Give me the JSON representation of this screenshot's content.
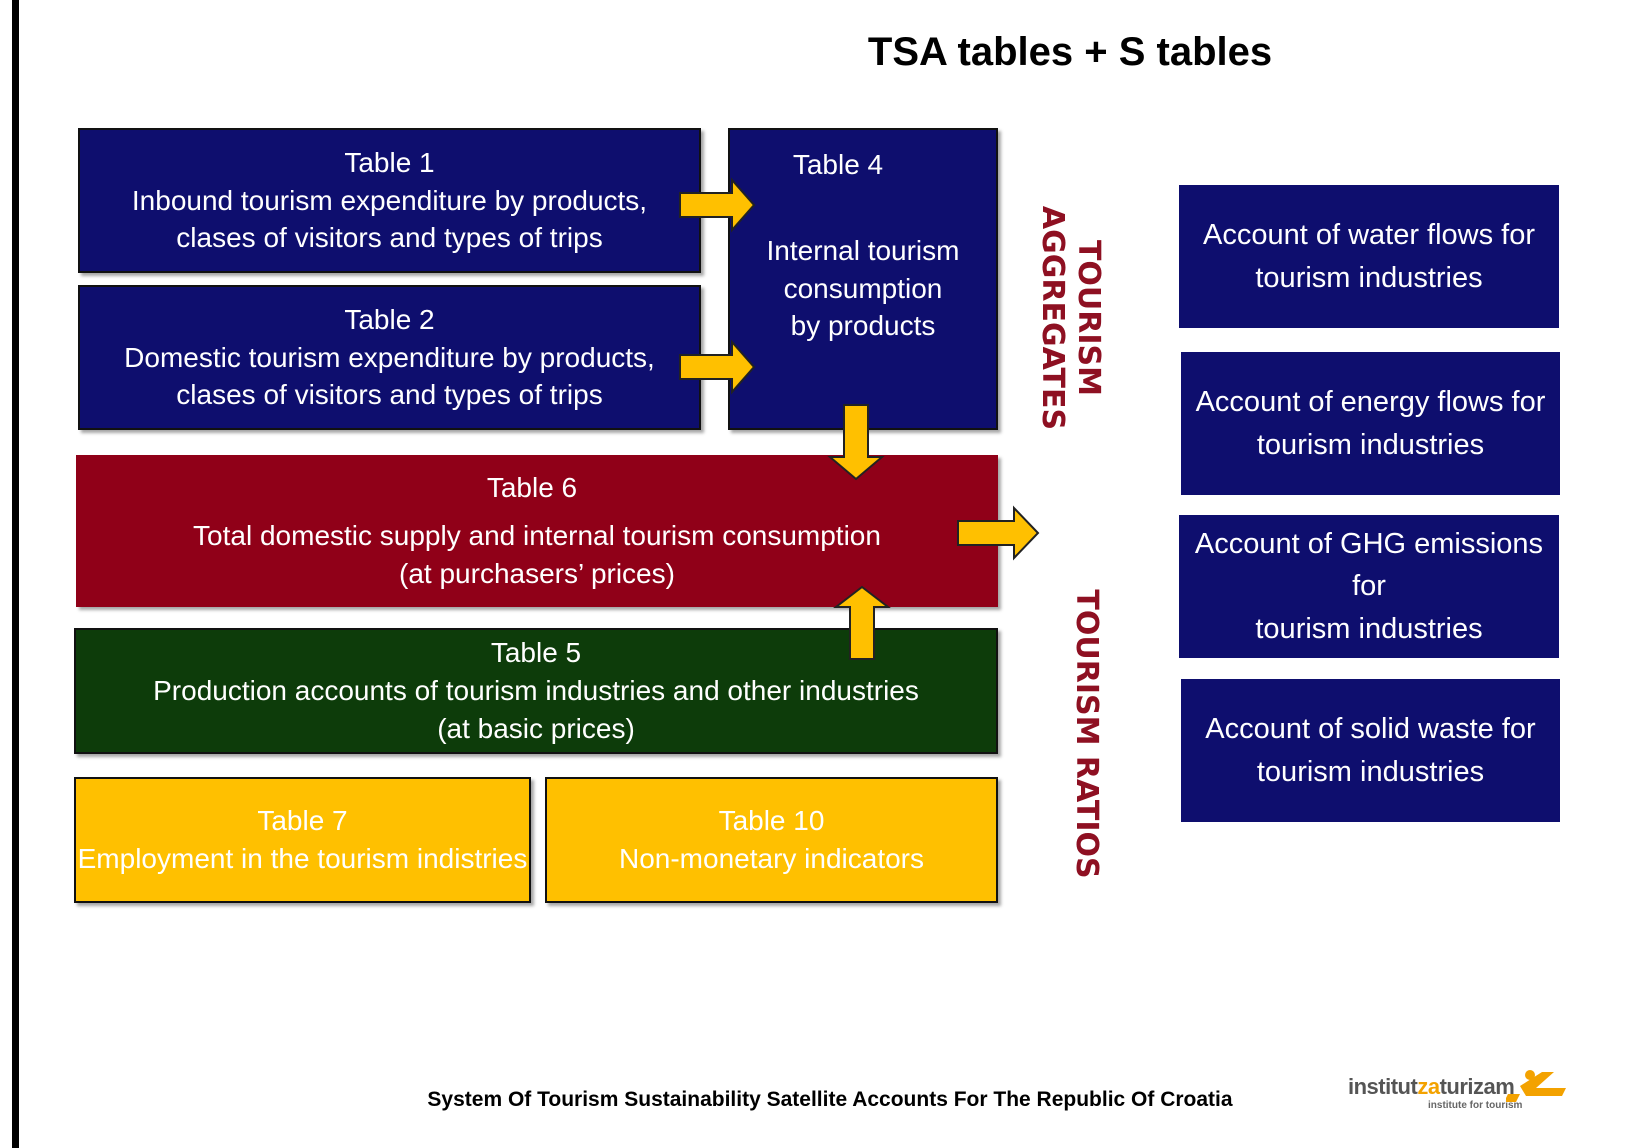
{
  "title": "TSA tables + S tables",
  "colors": {
    "navy": "#0e0e6e",
    "crimson": "#900018",
    "dark_green": "#0d3c0a",
    "amber": "#ffc000",
    "label_red": "#8e1022"
  },
  "tables": {
    "t1": {
      "heading": "Table 1",
      "line1": "Inbound tourism expenditure by products,",
      "line2": "clases of visitors and types of trips"
    },
    "t2": {
      "heading": "Table 2",
      "line1": "Domestic tourism expenditure by products,",
      "line2": "clases of visitors and types of trips"
    },
    "t4": {
      "heading": "Table 4",
      "line1": "Internal tourism",
      "line2": "consumption",
      "line3": "by products"
    },
    "t6": {
      "heading": "Table 6",
      "line1": "Total domestic supply and internal tourism consumption",
      "line2": "(at purchasers’ prices)"
    },
    "t5": {
      "heading": "Table 5",
      "line1": "Production accounts of tourism industries and other industries",
      "line2": "(at basic prices)"
    },
    "t7": {
      "heading": "Table 7",
      "line1": "Employment in the tourism indistries"
    },
    "t10": {
      "heading": "Table 10",
      "line1": "Non-monetary indicators"
    }
  },
  "labels": {
    "aggregates_line1": "TOURISM",
    "aggregates_line2": "AGGREGATES",
    "ratios": "TOURISM RATIOS"
  },
  "accounts": [
    {
      "line1": "Account of water flows for",
      "line2": "tourism industries"
    },
    {
      "line1": "Account of energy flows for",
      "line2": "tourism industries"
    },
    {
      "line1": "Account of GHG emissions for",
      "line2": "tourism industries"
    },
    {
      "line1": "Account of solid waste for",
      "line2": "tourism industries"
    }
  ],
  "footer": "System Of Tourism Sustainability Satellite Accounts For The Republic Of Croatia",
  "logo": {
    "part1": "institut",
    "part2": "za",
    "part3": "turizam",
    "sub": "institute for tourism",
    "icon": "iz-logo-icon"
  }
}
